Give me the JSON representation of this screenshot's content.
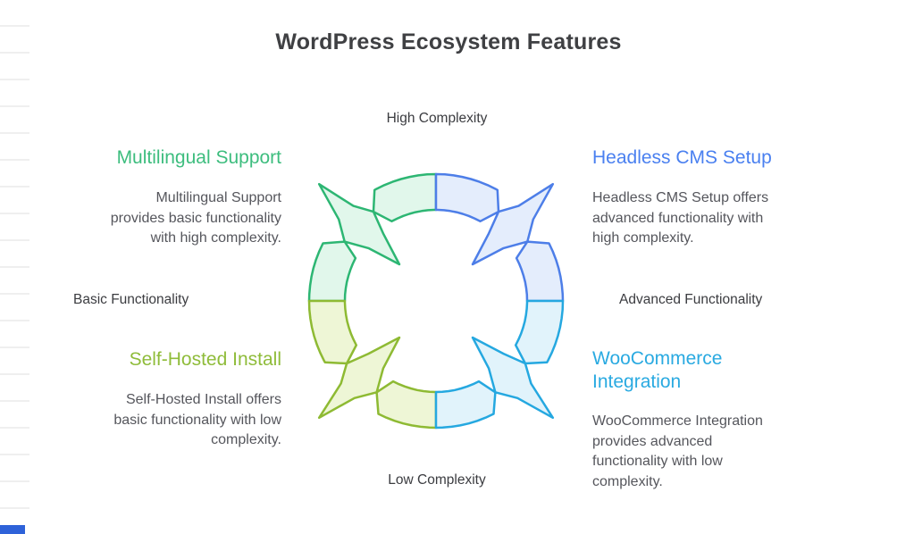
{
  "title": "WordPress Ecosystem Features",
  "axis": {
    "top": "High Complexity",
    "bottom": "Low Complexity",
    "left": "Basic Functionality",
    "right": "Advanced Functionality"
  },
  "features": {
    "top_left": {
      "title": "Multilingual Support",
      "description": "Multilingual Support\nprovides basic functionality\nwith high complexity.",
      "accent_color": "#3dbd7e"
    },
    "top_right": {
      "title": "Headless CMS Setup",
      "description": "Headless CMS Setup offers\nadvanced functionality with\nhigh complexity.",
      "accent_color": "#4a80f0"
    },
    "bottom_left": {
      "title": "Self-Hosted Install",
      "description": "Self-Hosted Install offers\nbasic functionality with low\ncomplexity.",
      "accent_color": "#8fbc3a"
    },
    "bottom_right": {
      "title": "WooCommerce\nIntegration",
      "description": "WooCommerce Integration\nprovides advanced\nfunctionality with low\ncomplexity.",
      "accent_color": "#2aaae1"
    }
  },
  "diagram": {
    "quadrants": [
      {
        "id": "top-left",
        "stroke": "#2db673",
        "fill": "#e1f7eb"
      },
      {
        "id": "top-right",
        "stroke": "#4d7ee8",
        "fill": "#e4edfc"
      },
      {
        "id": "bottom-left",
        "stroke": "#8eba33",
        "fill": "#eef6d6"
      },
      {
        "id": "bottom-right",
        "stroke": "#25a8e0",
        "fill": "#e1f3fb"
      }
    ]
  },
  "accent_bar": {
    "color": "#2e62d9"
  }
}
